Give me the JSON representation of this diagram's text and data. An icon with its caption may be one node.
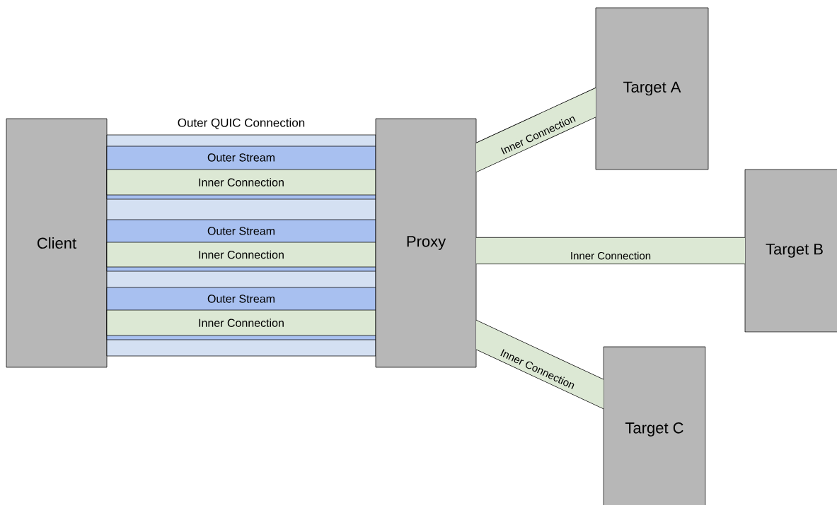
{
  "diagram": {
    "nodes": [
      {
        "text": [
          "Client"
        ]
      },
      {
        "text": [
          "Outer QUIC Connection"
        ]
      },
      {
        "text": [
          "Outer Stream"
        ],
        "in": 1
      },
      {
        "text": [
          "Inner Connection"
        ],
        "in": 2
      },
      {
        "text": [
          "Outer Stream"
        ],
        "in": 1
      },
      {
        "text": [
          "Inner Connection"
        ],
        "in": 4
      },
      {
        "text": [
          "Outer Stream"
        ],
        "in": 1
      },
      {
        "text": [
          "Inner Connection"
        ],
        "in": 6
      },
      {
        "text": [
          "Proxy"
        ]
      },
      {
        "text": [
          "Target A"
        ]
      },
      {
        "text": [
          "Target B"
        ]
      },
      {
        "text": [
          "Target C"
        ]
      }
    ],
    "edges": [
      {
        "from": 8,
        "to": 9,
        "arrow": "none",
        "label": "Inner Connection"
      },
      {
        "from": 8,
        "to": 10,
        "arrow": "none",
        "label": "Inner Connection"
      },
      {
        "from": 8,
        "to": 11,
        "arrow": "none",
        "label": "Inner Connection"
      }
    ]
  }
}
